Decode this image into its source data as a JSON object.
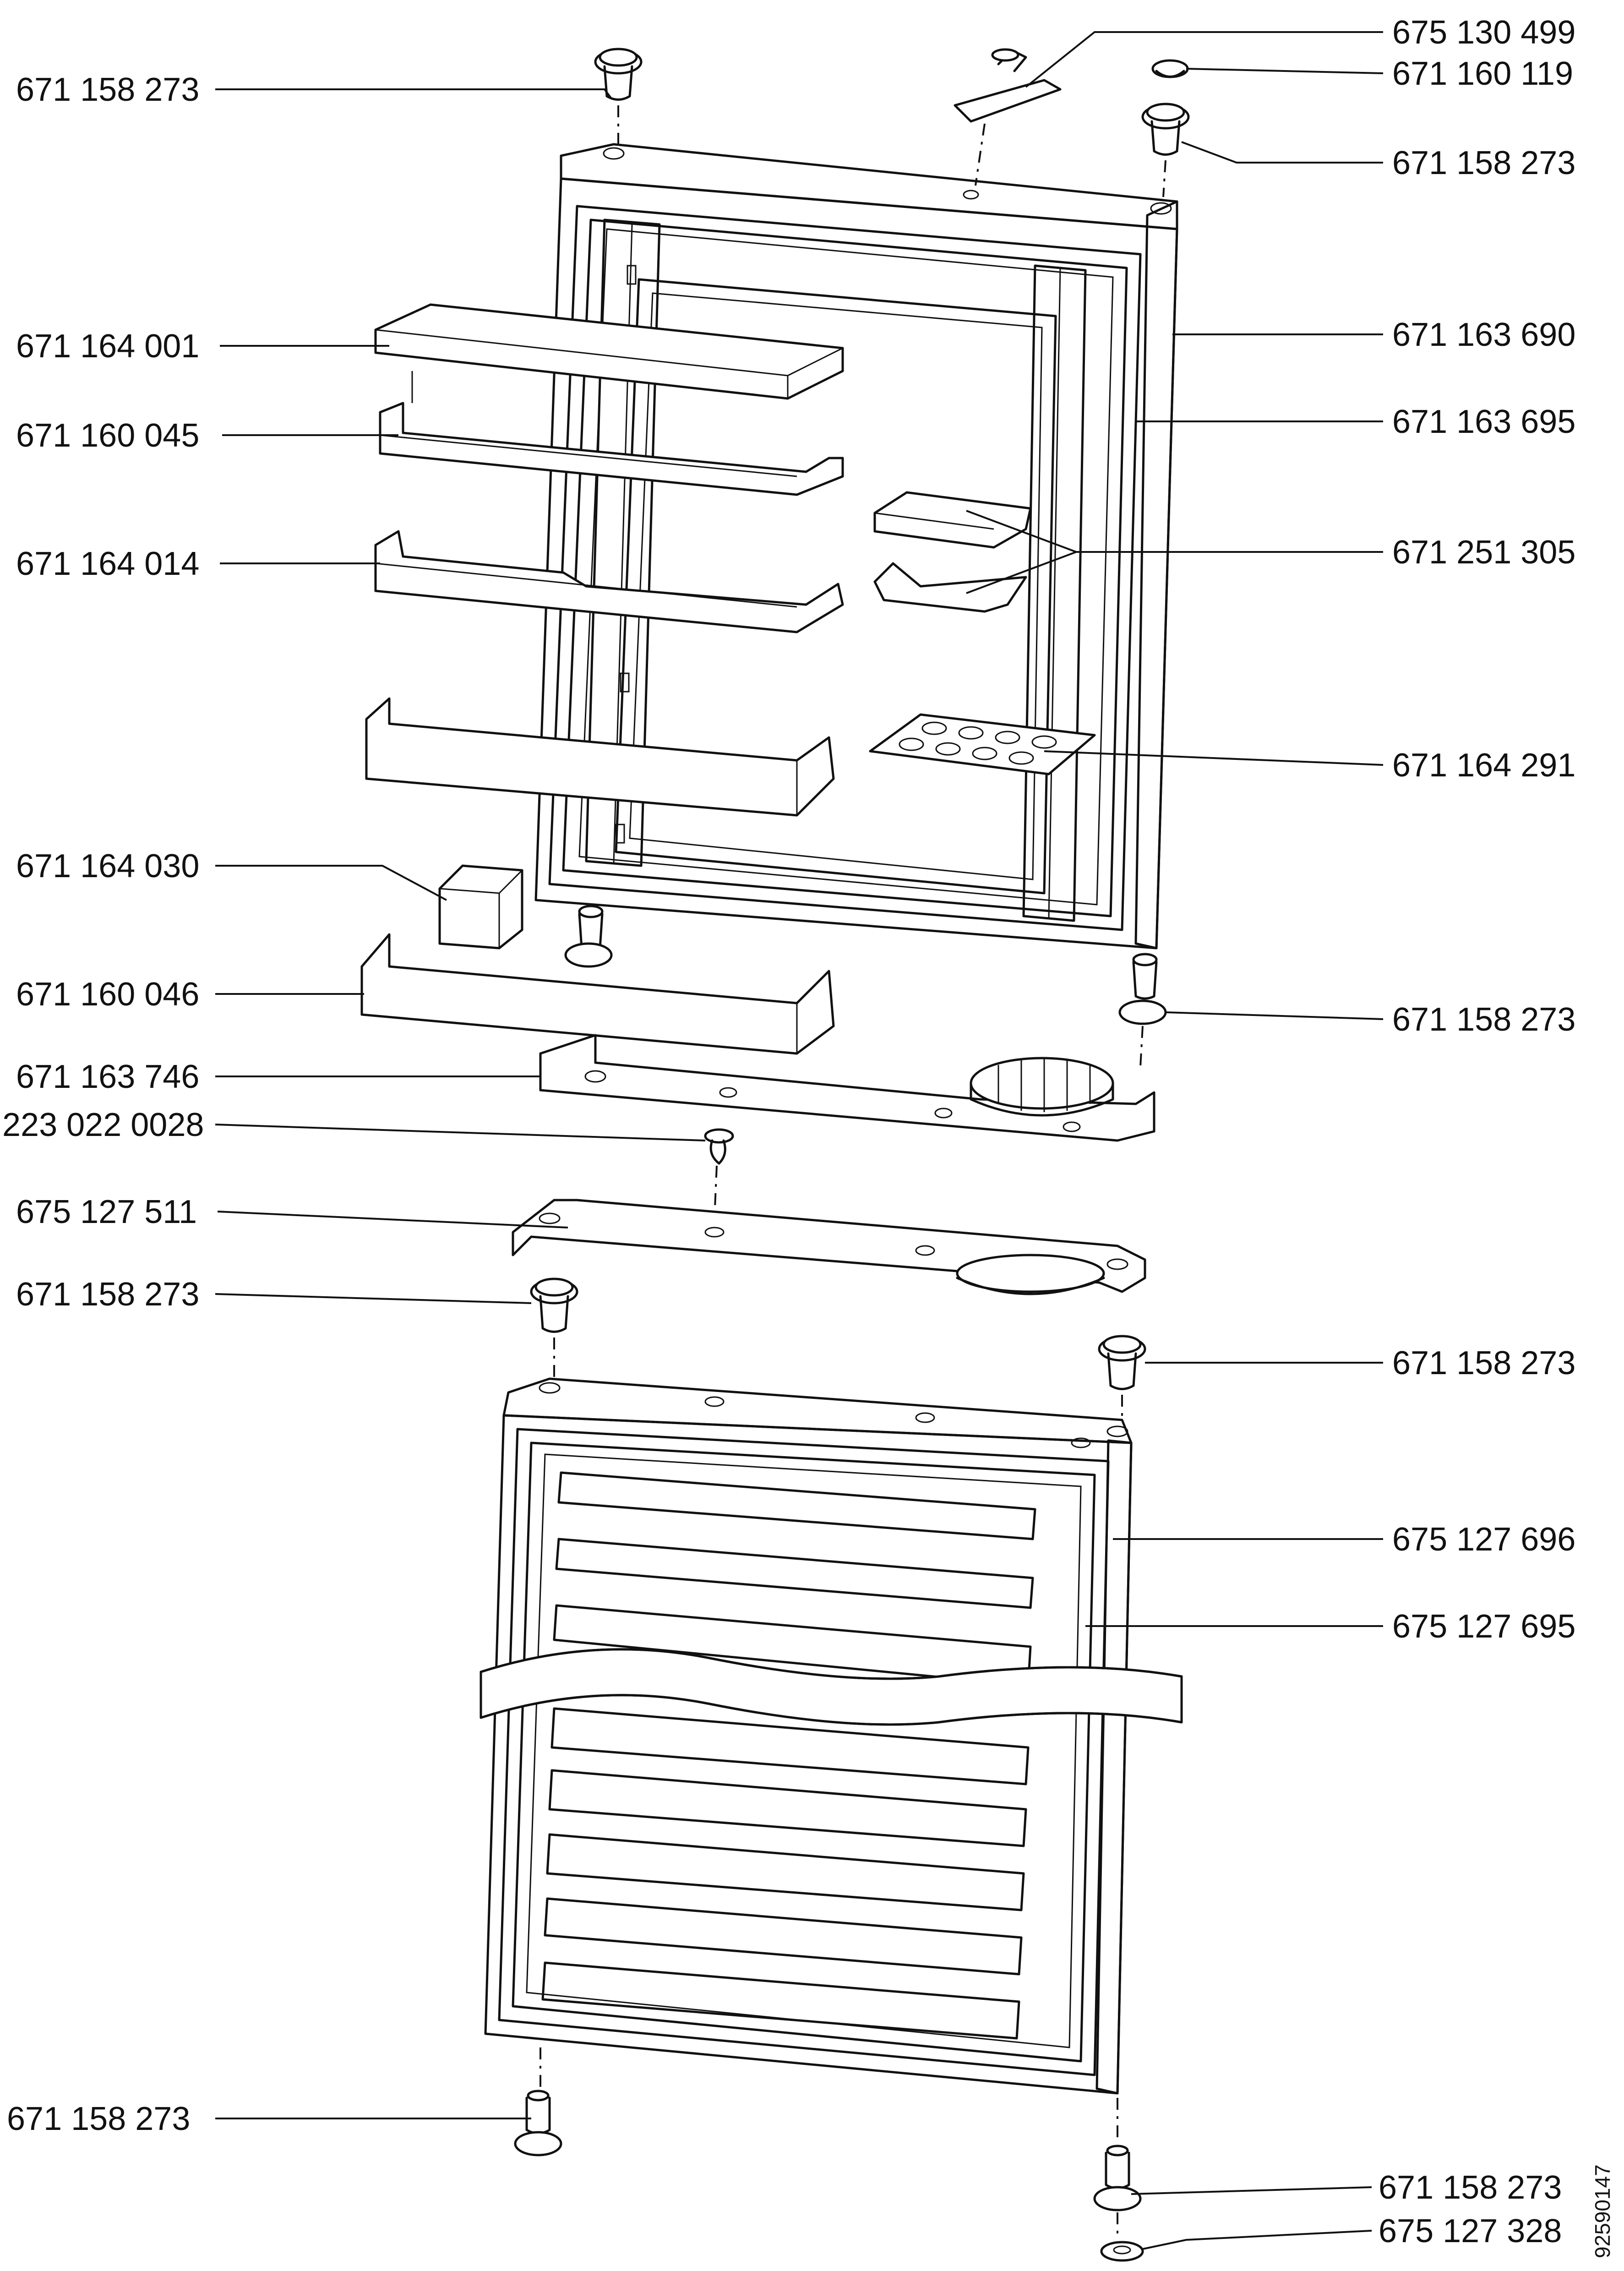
{
  "diagram": {
    "labels": [
      {
        "id": "l01",
        "text": "671 158 273"
      },
      {
        "id": "l02",
        "text": "675 130 499"
      },
      {
        "id": "l03",
        "text": "671 160 119"
      },
      {
        "id": "l04",
        "text": "671 158 273"
      },
      {
        "id": "l05",
        "text": "671 164 001"
      },
      {
        "id": "l06",
        "text": "671 163 690"
      },
      {
        "id": "l07",
        "text": "671 160 045"
      },
      {
        "id": "l08",
        "text": "671 163 695"
      },
      {
        "id": "l09",
        "text": "671 164 014"
      },
      {
        "id": "l10",
        "text": "671 251 305"
      },
      {
        "id": "l11",
        "text": "671 164 291"
      },
      {
        "id": "l12",
        "text": "671 164 030"
      },
      {
        "id": "l13",
        "text": "671 160 046"
      },
      {
        "id": "l14",
        "text": "671 158 273"
      },
      {
        "id": "l15",
        "text": "671 163 746"
      },
      {
        "id": "l16",
        "text": "223 022 0028"
      },
      {
        "id": "l17",
        "text": "675 127 511"
      },
      {
        "id": "l18",
        "text": "671 158 273"
      },
      {
        "id": "l19",
        "text": "671 158 273"
      },
      {
        "id": "l20",
        "text": "675 127 696"
      },
      {
        "id": "l21",
        "text": "675 127 695"
      },
      {
        "id": "l22",
        "text": "671 158 273"
      },
      {
        "id": "l23",
        "text": "671 158 273"
      },
      {
        "id": "l24",
        "text": "675 127 328"
      }
    ],
    "drawing_code": "92590147"
  }
}
